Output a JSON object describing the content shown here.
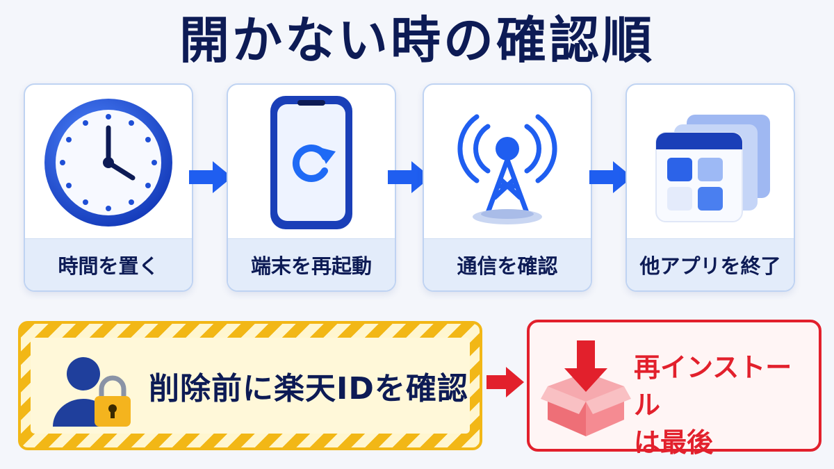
{
  "title": "開かない時の確認順",
  "steps": [
    {
      "label": "時間を置く",
      "icon": "clock-icon"
    },
    {
      "label": "端末を再起動",
      "icon": "phone-restart-icon"
    },
    {
      "label": "通信を確認",
      "icon": "signal-tower-icon"
    },
    {
      "label": "他アプリを終了",
      "icon": "app-windows-icon"
    }
  ],
  "warning": {
    "text": "削除前に楽天IDを確認",
    "icon": "user-lock-icon"
  },
  "final": {
    "line1": "再インストール",
    "line2": "は最後",
    "icon": "download-box-icon"
  },
  "colors": {
    "navy": "#0d1b55",
    "blue": "#1f5ef0",
    "yellow": "#f2b716",
    "red": "#e2202c"
  }
}
